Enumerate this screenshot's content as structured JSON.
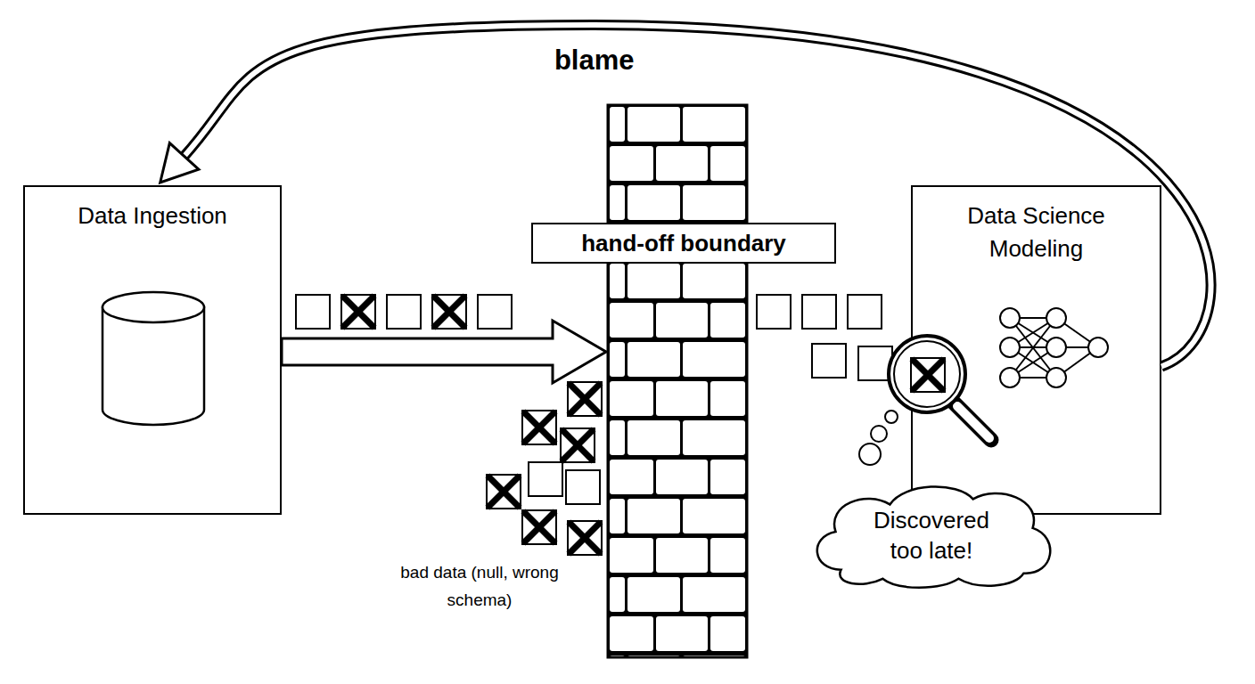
{
  "diagram": {
    "nodes": [
      {
        "text": [
          "Data Ingestion"
        ]
      },
      {
        "text": [
          "hand-off boundary"
        ]
      },
      {
        "text": [
          "Data Science Modeling"
        ]
      },
      {
        "text": [
          "Discovered too late!"
        ]
      }
    ],
    "edges": [
      {
        "from": 2,
        "to": 0,
        "arrow": "to",
        "label": "blame"
      }
    ],
    "labels": [
      "bad data (null, wrong schema)"
    ]
  }
}
